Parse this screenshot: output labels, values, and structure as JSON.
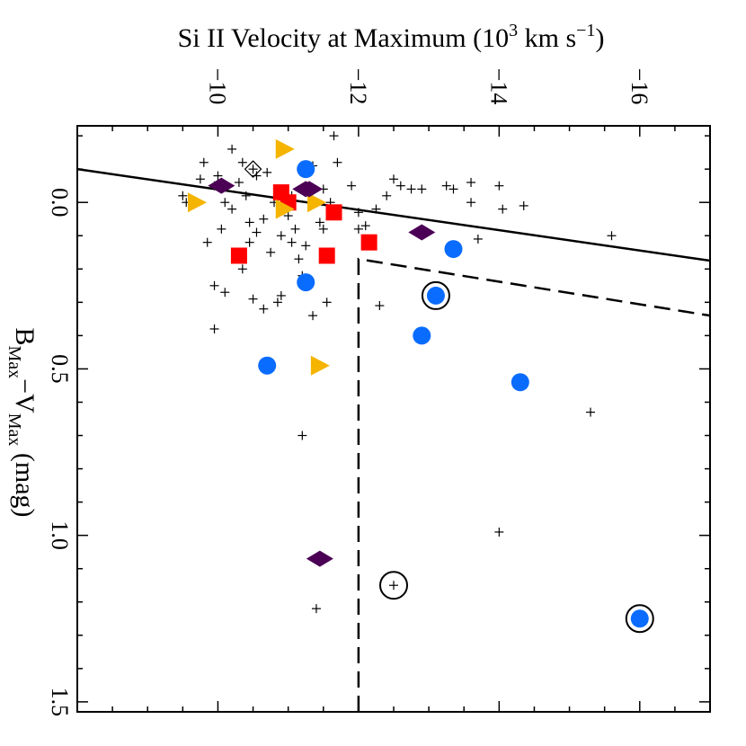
{
  "chart_data": {
    "type": "scatter",
    "title": "",
    "top_axis": {
      "label_main": "Si II Velocity at Maximum (10",
      "label_sup1": "3",
      "label_mid": " km s",
      "label_sup2": "−1",
      "label_end": ")",
      "range": [
        -8,
        -17
      ],
      "ticks": [
        -10,
        -12,
        -14,
        -16
      ],
      "tick_labels": [
        "−10",
        "−12",
        "−14",
        "−16"
      ]
    },
    "left_axis": {
      "label_parts": [
        "B",
        "Max",
        "−V",
        "Max",
        " (mag)"
      ],
      "range": [
        -0.23,
        1.53
      ],
      "ticks": [
        0.0,
        0.5,
        1.0,
        1.5
      ],
      "tick_labels": [
        "0.0",
        "0.5",
        "1.0",
        "1.5"
      ]
    },
    "solid_line": {
      "points": [
        [
          -8,
          -0.1
        ],
        [
          -17,
          0.175
        ]
      ]
    },
    "dashed_line": {
      "points": [
        [
          -12,
          1.53
        ],
        [
          -12,
          0.17
        ],
        [
          -17,
          0.34
        ]
      ]
    },
    "series": [
      {
        "marker": "plus",
        "color": "#000000",
        "points": [
          [
            -9.5,
            -0.02
          ],
          [
            -9.55,
            0.0
          ],
          [
            -9.75,
            -0.07
          ],
          [
            -9.8,
            -0.12
          ],
          [
            -9.95,
            -0.05
          ],
          [
            -10.0,
            -0.08
          ],
          [
            -10.05,
            0.08
          ],
          [
            -9.85,
            0.12
          ],
          [
            -10.2,
            -0.16
          ],
          [
            -10.35,
            -0.12
          ],
          [
            -10.4,
            -0.02
          ],
          [
            -10.45,
            0.12
          ],
          [
            -10.55,
            -0.08
          ],
          [
            -10.65,
            0.05
          ],
          [
            -10.7,
            -0.09
          ],
          [
            -10.85,
            -0.04
          ],
          [
            -10.75,
            0.15
          ],
          [
            -10.9,
            0.1
          ],
          [
            -11.1,
            0.08
          ],
          [
            -11.2,
            0.22
          ],
          [
            -11.3,
            -0.03
          ],
          [
            -11.35,
            -0.11
          ],
          [
            -11.5,
            -0.04
          ],
          [
            -11.45,
            0.06
          ],
          [
            -11.65,
            -0.2
          ],
          [
            -11.7,
            -0.12
          ],
          [
            -11.9,
            -0.05
          ],
          [
            -12.0,
            0.03
          ],
          [
            -12.1,
            0.07
          ],
          [
            -12.25,
            0.02
          ],
          [
            -12.4,
            -0.02
          ],
          [
            -12.5,
            -0.07
          ],
          [
            -12.6,
            -0.05
          ],
          [
            -12.75,
            -0.04
          ],
          [
            -12.9,
            -0.04
          ],
          [
            -13.25,
            -0.05
          ],
          [
            -13.35,
            -0.04
          ],
          [
            -13.6,
            -0.06
          ],
          [
            -14.0,
            -0.05
          ],
          [
            -14.35,
            0.01
          ],
          [
            -14.05,
            0.02
          ],
          [
            -13.7,
            0.11
          ],
          [
            -15.6,
            0.1
          ],
          [
            -10.5,
            0.29
          ],
          [
            -10.65,
            0.32
          ],
          [
            -10.85,
            0.3
          ],
          [
            -10.9,
            0.28
          ],
          [
            -11.35,
            0.34
          ],
          [
            -11.55,
            0.3
          ],
          [
            -12.3,
            0.31
          ],
          [
            -9.95,
            0.38
          ],
          [
            -9.95,
            0.25
          ],
          [
            -10.1,
            0.27
          ],
          [
            -10.35,
            0.2
          ],
          [
            -12.0,
            0.08
          ],
          [
            -11.2,
            0.7
          ],
          [
            -13.6,
            0.0
          ],
          [
            -14.0,
            0.99
          ],
          [
            -15.3,
            0.63
          ],
          [
            -11.4,
            1.22
          ],
          [
            -12.5,
            1.15
          ],
          [
            -10.55,
            0.09
          ],
          [
            -10.45,
            0.06
          ],
          [
            -10.8,
            0.0
          ],
          [
            -11.05,
            -0.02
          ],
          [
            -11.0,
            0.04
          ],
          [
            -11.15,
            0.17
          ],
          [
            -11.05,
            0.12
          ],
          [
            -11.25,
            0.13
          ],
          [
            -11.5,
            0.08
          ],
          [
            -10.2,
            0.02
          ],
          [
            -10.3,
            -0.06
          ],
          [
            -10.1,
            0.0
          ],
          [
            -11.6,
            0.0
          ]
        ]
      },
      {
        "marker": "circle",
        "color": "#0a6cff",
        "points": [
          [
            -11.25,
            -0.1
          ],
          [
            -11.25,
            0.24
          ],
          [
            -10.7,
            0.49
          ],
          [
            -13.35,
            0.14
          ],
          [
            -13.1,
            0.28
          ],
          [
            -12.9,
            0.4
          ],
          [
            -14.3,
            0.54
          ],
          [
            -16.0,
            1.25
          ]
        ]
      },
      {
        "marker": "square",
        "color": "#ff0000",
        "points": [
          [
            -10.9,
            -0.03
          ],
          [
            -11.0,
            0.0
          ],
          [
            -11.65,
            0.03
          ],
          [
            -11.55,
            0.16
          ],
          [
            -12.15,
            0.12
          ],
          [
            -10.3,
            0.16
          ]
        ]
      },
      {
        "marker": "triangle-right",
        "color": "#f5b400",
        "points": [
          [
            -9.7,
            0.0
          ],
          [
            -10.95,
            -0.16
          ],
          [
            -10.95,
            0.02
          ],
          [
            -11.4,
            0.0
          ],
          [
            -11.45,
            0.49
          ]
        ]
      },
      {
        "marker": "diamond",
        "color": "#4b0055",
        "points": [
          [
            -10.05,
            -0.05
          ],
          [
            -11.25,
            -0.04
          ],
          [
            -11.3,
            -0.04
          ],
          [
            -12.9,
            0.09
          ],
          [
            -11.45,
            1.07
          ]
        ]
      },
      {
        "marker": "open-diamond-plus",
        "color": "#000000",
        "points": [
          [
            -10.5,
            -0.1
          ]
        ]
      }
    ],
    "highlight_rings": [
      [
        -13.1,
        0.28
      ],
      [
        -12.5,
        1.15
      ],
      [
        -16.0,
        1.25
      ]
    ]
  }
}
